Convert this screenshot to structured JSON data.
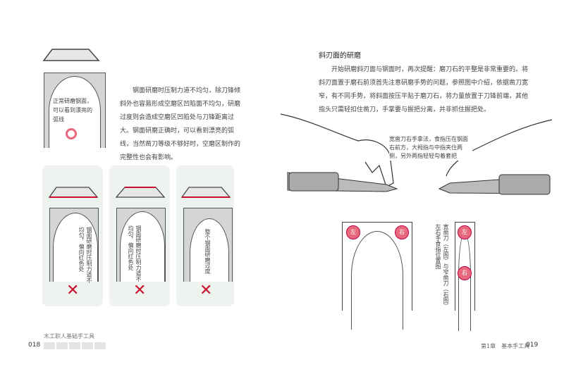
{
  "left_page": {
    "main_card_label": "正常研磨钢面，可以看到漂亮的弧线",
    "paragraph": "钢面研磨时压制力道不均匀，除刀锋倾斜外也容易形成空磨区凹陷面不均匀，研磨过度则会造成空磨区凹陷处与刀锋距离过大。钢面研磨正确时，可以看到漂亮的弧线，当然凿刀等级不够好时，空磨区制作的完整性也会有影响。",
    "panels": [
      {
        "label": "钢面研磨时压制力道不均匀，偏向红色处",
        "mark": "✕"
      },
      {
        "label": "钢面研磨时压制力道不均匀，偏向红色处",
        "mark": "✕"
      },
      {
        "label": "整个钢面研磨过度",
        "mark": "✕"
      }
    ],
    "footer": {
      "book_title": "木工职人基础手工具",
      "page_number": "018"
    }
  },
  "right_page": {
    "heading": "斜刃面的研磨",
    "paragraph": "开始研磨斜刃面与钢面时，再次提醒：磨刀石的平整是非常重要的。将斜刃面置于磨石前须首先注意研磨手势的问题，参照图中介绍，依据凿刀宽窄，有不同手势，将斜面按压平贴于磨刀石，将力量放置于刀锋前端，其他指头只需轻扣住凿刀，手掌要与握把分离，并非抓住握把处。",
    "hands_caption": "宽凿刀右手拿法，食指压在钢面右前方，大拇指与中指夹住两侧，另外两指轻轻勾着套把",
    "wide_card": {
      "left": "左",
      "right": "右"
    },
    "narrow_card": {
      "left": "左",
      "right": "右"
    },
    "vertical_caption": "宽凿刀（左图）与窄凿刀（右图）左右手食指位置图",
    "footer": {
      "chapter": "第1章　基本手工具",
      "page_number": "019"
    }
  },
  "colors": {
    "accent_red": "#c8102e",
    "dot_pink": "#e8697d",
    "panel_bg": "#eef3ef"
  }
}
